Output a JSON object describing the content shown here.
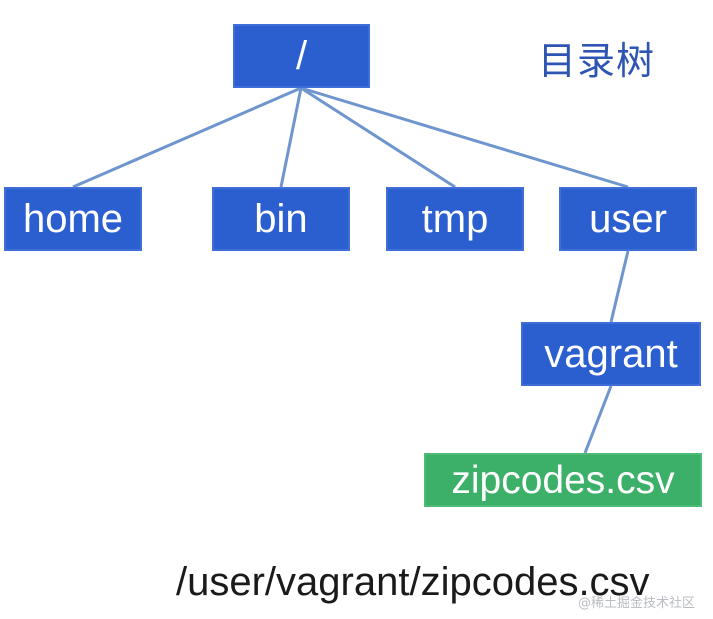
{
  "diagram": {
    "title": "目录树",
    "nodes": {
      "root": "/",
      "home": "home",
      "bin": "bin",
      "tmp": "tmp",
      "user": "user",
      "vagrant": "vagrant",
      "file": "zipcodes.csv"
    },
    "edges": [
      [
        "root",
        "home"
      ],
      [
        "root",
        "bin"
      ],
      [
        "root",
        "tmp"
      ],
      [
        "root",
        "user"
      ],
      [
        "user",
        "vagrant"
      ],
      [
        "vagrant",
        "file"
      ]
    ],
    "path_caption": "/user/vagrant/zipcodes.csv",
    "colors": {
      "directory": "#2b5fd0",
      "file": "#3cb068",
      "connector": "#6f95cf",
      "title": "#2f55b3"
    }
  },
  "watermark": "@稀土掘金技术社区"
}
